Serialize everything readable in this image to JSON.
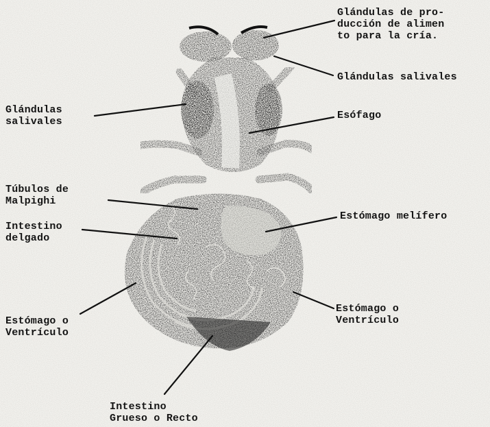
{
  "labels": {
    "glandulas_alimento": "Glándulas de pro-\nducción de alimen\nto para la cría.",
    "glandulas_salivales_right": "Glándulas salivales",
    "glandulas_salivales_left": "Glándulas\nsalivales",
    "esofago": "Esófago",
    "tubulos_malpighi": "Túbulos de\nMalpighi",
    "intestino_delgado": "Intestino\ndelgado",
    "estomago_melifero": "Estómago melífero",
    "estomago_ventriculo_left": "Estómago o\nVentrículo",
    "estomago_ventriculo_right": "Estómago o\nVentrículo",
    "intestino_grueso": "Intestino\nGrueso o Recto"
  }
}
